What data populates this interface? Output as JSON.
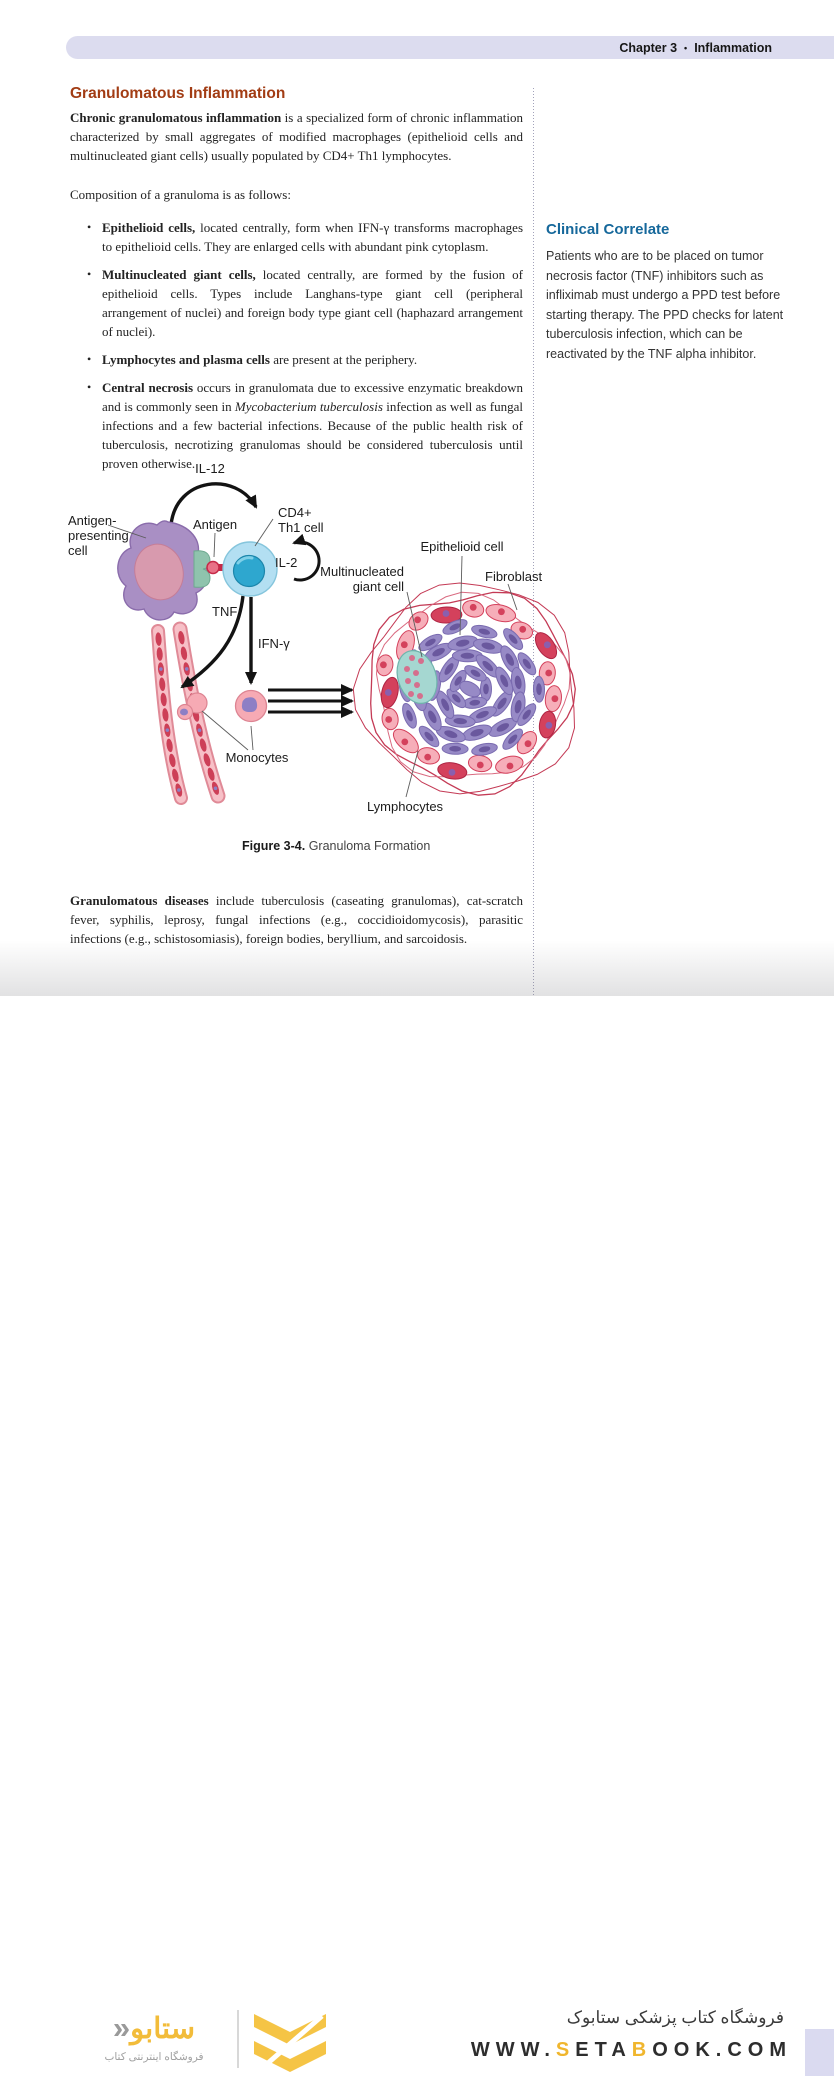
{
  "header": {
    "chapter": "Chapter 3",
    "separator": "•",
    "section": "Inflammation"
  },
  "article": {
    "title": "Granulomatous Inflammation",
    "intro_lead": "Chronic granulomatous inflammation",
    "intro_rest": " is a specialized form of chronic inflammation characterized by small aggregates of modified macrophages (epithelioid cells and multinucleated giant cells) usually populated by CD4+ Th1 lymphocytes.",
    "composition_line": "Composition of a granuloma is as follows:",
    "bullets": [
      {
        "lead": "Epithelioid cells,",
        "rest": " located centrally, form when IFN-γ transforms macrophages to epithelioid cells. They are enlarged cells with abundant pink cytoplasm."
      },
      {
        "lead": "Multinucleated giant cells,",
        "rest": " located centrally, are formed by the fusion of epithelioid cells. Types include Langhans-type giant cell (peripheral arrangement of nuclei) and foreign body type giant cell (haphazard arrangement of nuclei)."
      },
      {
        "lead": "Lymphocytes and plasma cells",
        "rest": " are present at the periphery."
      },
      {
        "lead": "Central necrosis",
        "pre_italic": " occurs in granulomata due to excessive enzymatic breakdown and is commonly seen in ",
        "italic": "Mycobacterium tuberculosis",
        "post_italic": " infection as well as fungal infections and a few bacterial infections. Because of the public health risk of tuberculosis, necrotizing granulomas should be considered tuberculosis until proven otherwise."
      }
    ],
    "closing_lead": "Granulomatous diseases",
    "closing_rest": " include tuberculosis (caseating granulomas), cat-scratch fever, syphilis, leprosy, fungal infections (e.g., coccidioidomycosis), parasitic infections (e.g., schistosomiasis), foreign bodies, beryllium, and sarcoidosis."
  },
  "sidebar": {
    "heading": "Clinical Correlate",
    "body": "Patients who are to be placed on tumor necrosis factor (TNF) inhibitors such as infliximab must undergo a PPD test before starting therapy. The PPD checks for latent tuberculosis infection, which can be reactivated by the TNF alpha inhibitor."
  },
  "figure": {
    "caption_label": "Figure 3-4.",
    "caption_text": "Granuloma Formation",
    "labels": {
      "il12": "IL-12",
      "apc1": "Antigen-",
      "apc2": "presenting",
      "apc3": "cell",
      "antigen": "Antigen",
      "cd41": "CD4+",
      "cd42": "Th1 cell",
      "il2": "IL-2",
      "tnf": "TNF",
      "ifng": "IFN-γ",
      "monocytes": "Monocytes",
      "mgc1": "Multinucleated",
      "mgc2": "giant cell",
      "epithelioid": "Epithelioid cell",
      "fibroblast": "Fibroblast",
      "lymphocytes": "Lymphocytes"
    }
  },
  "footer": {
    "brand_mark": "«",
    "brand_fa": "ستابو",
    "tagline_fa": "فروشگاه اینترنتی کتاب",
    "store_line_fa": "فروشگاه کتاب پزشکی ستابوک",
    "url_parts": {
      "p1": "WWW.",
      "p2": "S",
      "p3": "ETA",
      "p4": "B",
      "p5": "OOK.COM"
    }
  },
  "colors": {
    "header_bar": "#dcdcef",
    "title_red": "#a23c14",
    "correlate_blue": "#16689b",
    "brand_yellow": "#f0b62e"
  }
}
